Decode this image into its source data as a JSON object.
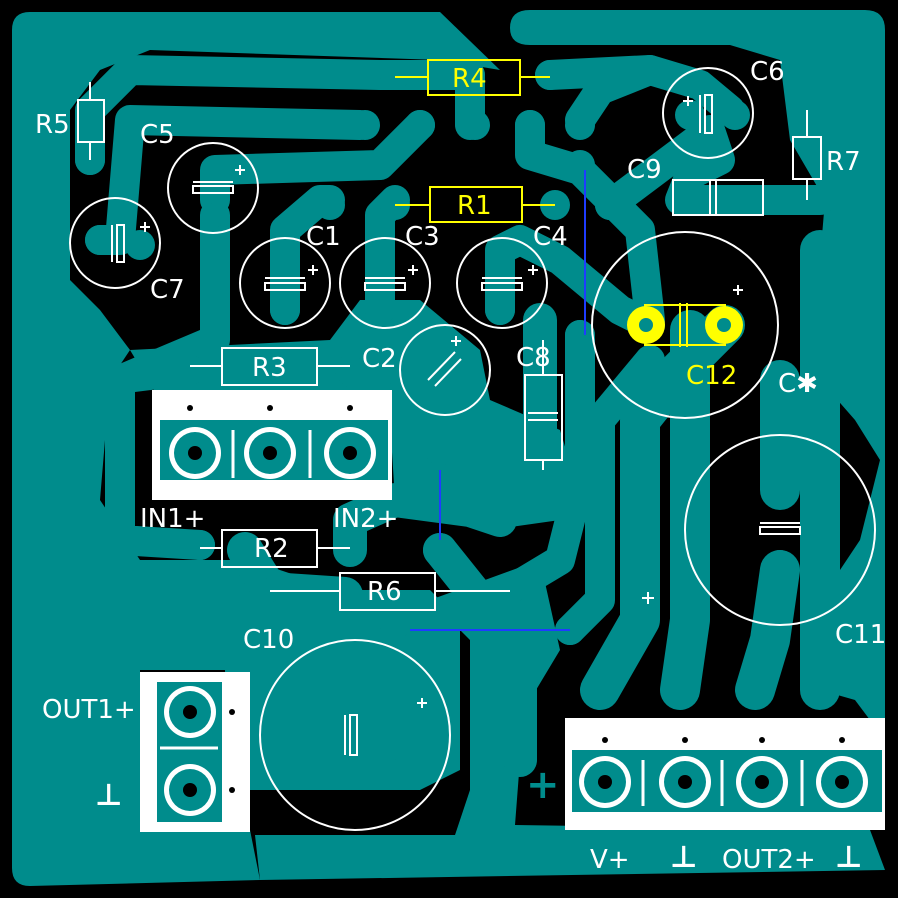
{
  "colors": {
    "background": "#000000",
    "copper": "#008c8c",
    "silkscreen": "#ffffff",
    "highlight": "#ffff00",
    "jumper": "#1f3cff"
  },
  "labels": {
    "r5": "R5",
    "c5": "C5",
    "c7": "C7",
    "r4": "R4",
    "r1": "R1",
    "c6": "C6",
    "r7": "R7",
    "c9": "C9",
    "c1": "C1",
    "c3": "C3",
    "c4": "C4",
    "c2": "C2",
    "r3": "R3",
    "c8": "C8",
    "c12": "C12",
    "c_star": "C✱",
    "in1": "IN1+",
    "in2": "IN2+",
    "r2": "R2",
    "r6": "R6",
    "c10": "C10",
    "c11": "C11",
    "out1": "OUT1+",
    "gnd_out1": "⊥",
    "vplus": "V+",
    "gnd_v": "⊥",
    "out2": "OUT2+",
    "gnd_out2": "⊥",
    "power_plus": "+",
    "mid_plus": "+"
  },
  "polarity_mark": "+"
}
